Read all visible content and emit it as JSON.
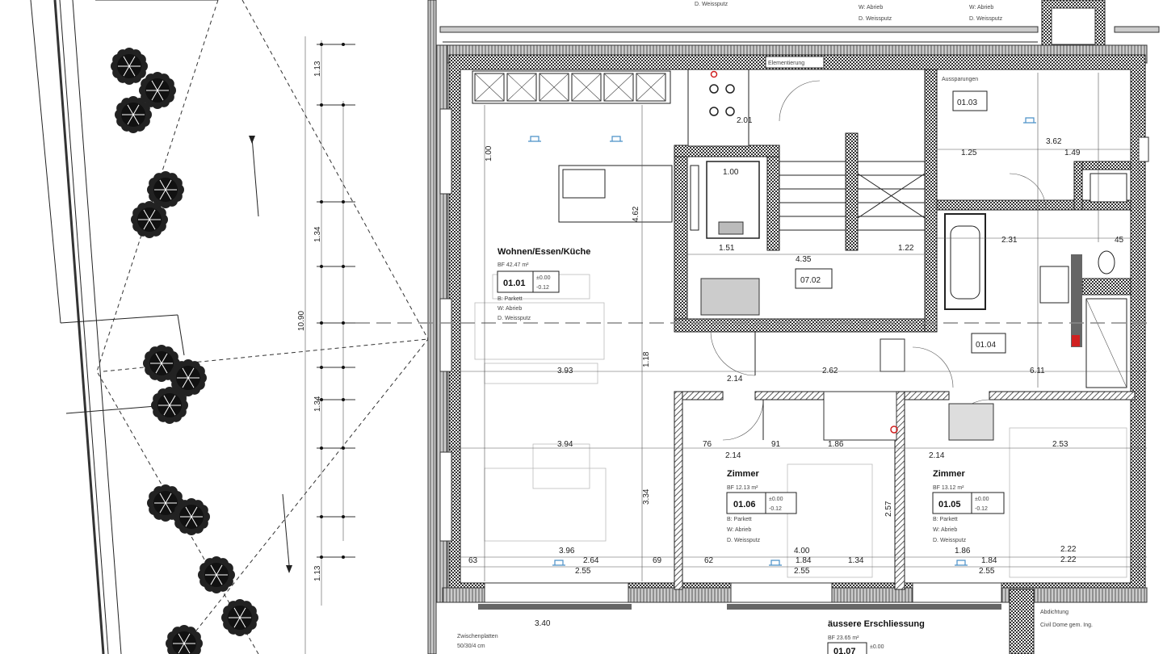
{
  "top_notes": {
    "left": "D. Weissputz",
    "mid_w": "W: Abrieb",
    "mid_d": "D. Weissputz",
    "right_w": "W: Abrieb",
    "right_d": "D. Weissputz"
  },
  "rooms": {
    "living": {
      "name": "Wohnen/Essen/Küche",
      "area": "BF 42.47 m²",
      "number": "01.01",
      "level_top": "±0.00",
      "level_bottom": "-0.12",
      "floor": "B: Parkett",
      "wall": "W: Abrieb",
      "ceiling": "D. Weissputz"
    },
    "room_06": {
      "name": "Zimmer",
      "area": "BF 12.13 m²",
      "number": "01.06",
      "level_top": "±0.00",
      "level_bottom": "-0.12",
      "floor": "B: Parkett",
      "wall": "W: Abrieb",
      "ceiling": "D. Weissputz"
    },
    "room_05": {
      "name": "Zimmer",
      "area": "BF 13.12 m²",
      "number": "01.05",
      "level_top": "±0.00",
      "level_bottom": "-0.12",
      "floor": "B: Parkett",
      "wall": "W: Abrieb",
      "ceiling": "D. Weissputz"
    },
    "room_03": {
      "number": "01.03"
    },
    "room_04": {
      "number": "01.04"
    },
    "stair": {
      "number": "07.02"
    },
    "kitchen_small": {
      "number": "2.01"
    },
    "exterior": {
      "name": "äussere Erschliessung",
      "area": "BF 23.65 m²",
      "number": "01.07",
      "level_top": "±0.00"
    }
  },
  "annotations": {
    "elementierung": "Elementierung",
    "aussparungen": "Aussparungen",
    "abdichtung": "Abdichtung",
    "civil": "Civil Dome gem. Ing.",
    "zwischen": "Zwischenplatten",
    "zwischen2": "50/30/4 cm"
  },
  "dimensions": {
    "d393": "3.93",
    "d394": "3.94",
    "d396": "3.96",
    "d264": "2.64",
    "d255": "2.55",
    "d400": "4.00",
    "d184": "1.84",
    "d134b": "1.34",
    "d186": "1.86",
    "d222": "2.22",
    "d253": "2.53",
    "d362": "3.62",
    "d125": "1.25",
    "d149": "1.49",
    "d231": "2.31",
    "d214": "2.14",
    "d262": "2.62",
    "d611": "6.11",
    "d462": "4.62",
    "d334": "3.34",
    "d118": "1.18",
    "d113": "1.13",
    "d134": "1.34",
    "d1090": "10.90",
    "d100": "1.00",
    "d435": "4.35",
    "d151": "1.51",
    "d122": "1.22",
    "d257": "2.57",
    "d340": "3.40",
    "d63": "63",
    "d69": "69",
    "d62": "62",
    "d91": "91",
    "d76": "76",
    "d45": "45"
  },
  "colors": {
    "accent_blue": "#4a90c8",
    "red_marker": "#d02020"
  }
}
